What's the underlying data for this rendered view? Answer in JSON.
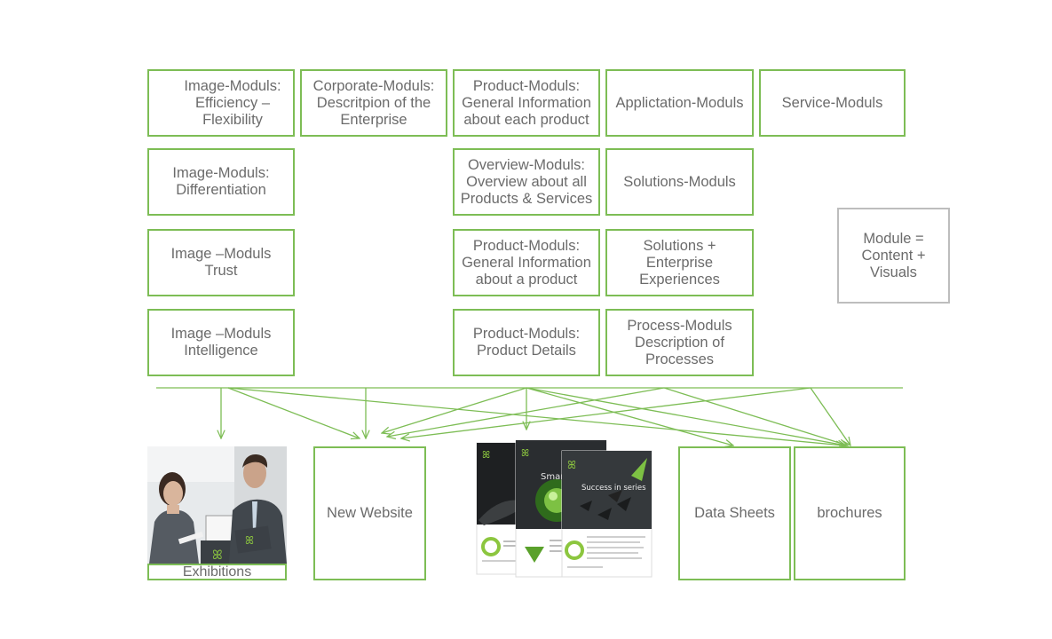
{
  "modules": {
    "image_efficiency": "Image-Moduls:\nEfficiency –\nFlexibility",
    "corporate": "Corporate-Moduls:\nDescritpion of the\nEnterprise",
    "product_general_each": "Product-Moduls:\nGeneral Information\nabout each product",
    "application": "Applictation-Moduls",
    "service": "Service-Moduls",
    "image_differentiation": "Image-Moduls:\nDifferentiation",
    "overview": "Overview-Moduls:\nOverview about all\nProducts & Services",
    "solutions": "Solutions-Moduls",
    "image_trust": "Image –Moduls\nTrust",
    "product_general_a": "Product-Moduls:\nGeneral Information\nabout a product",
    "solutions_enterprise": "Solutions +\nEnterprise\nExperiences",
    "image_intelligence": "Image –Moduls\nIntelligence",
    "product_details": "Product-Moduls:\nProduct Details",
    "process": "Process-Moduls\nDescription of\nProcesses"
  },
  "legend": "Module =\nContent +\nVisuals",
  "outputs": {
    "exhibitions": "Exhibitions",
    "new_website": "New Website",
    "data_sheets": "Data Sheets",
    "brochures": "brochures"
  },
  "brochure_sheet": {
    "headline_back": "Smart",
    "headline_front": "Success in series"
  },
  "colors": {
    "accent": "#7dbd55",
    "legend_border": "#bdbdbd",
    "text": "#6b6b6b"
  }
}
